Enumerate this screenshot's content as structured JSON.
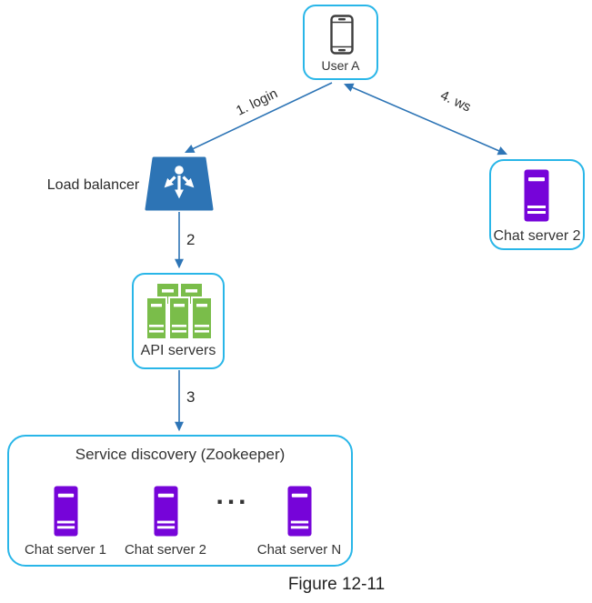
{
  "caption": "Figure 12-11",
  "colors": {
    "box_border_cyan": "#29B6E8",
    "connector_blue": "#2E75B6",
    "load_balancer_blue": "#2D74B5",
    "server_purple": "#7604D9",
    "api_green": "#7ABD4A",
    "text": "#333333"
  },
  "icons": {
    "user": "phone-icon",
    "load_balancer": "load-balancer-icon",
    "api": "server-cluster-icon",
    "chat": "server-icon"
  },
  "nodes": {
    "user_a": {
      "label": "User A"
    },
    "load_balancer": {
      "label": "Load balancer"
    },
    "api_servers": {
      "label": "API servers"
    },
    "chat_server_right": {
      "label": "Chat server 2"
    },
    "service_discovery": {
      "title": "Service discovery (Zookeeper)",
      "ellipsis": "...",
      "servers": [
        {
          "label": "Chat server 1"
        },
        {
          "label": "Chat server 2"
        },
        {
          "label": "Chat server N"
        }
      ]
    }
  },
  "edges": {
    "login": {
      "label": "1. login"
    },
    "ws": {
      "label": "4. ws"
    },
    "step2": {
      "label": "2"
    },
    "step3": {
      "label": "3"
    }
  }
}
